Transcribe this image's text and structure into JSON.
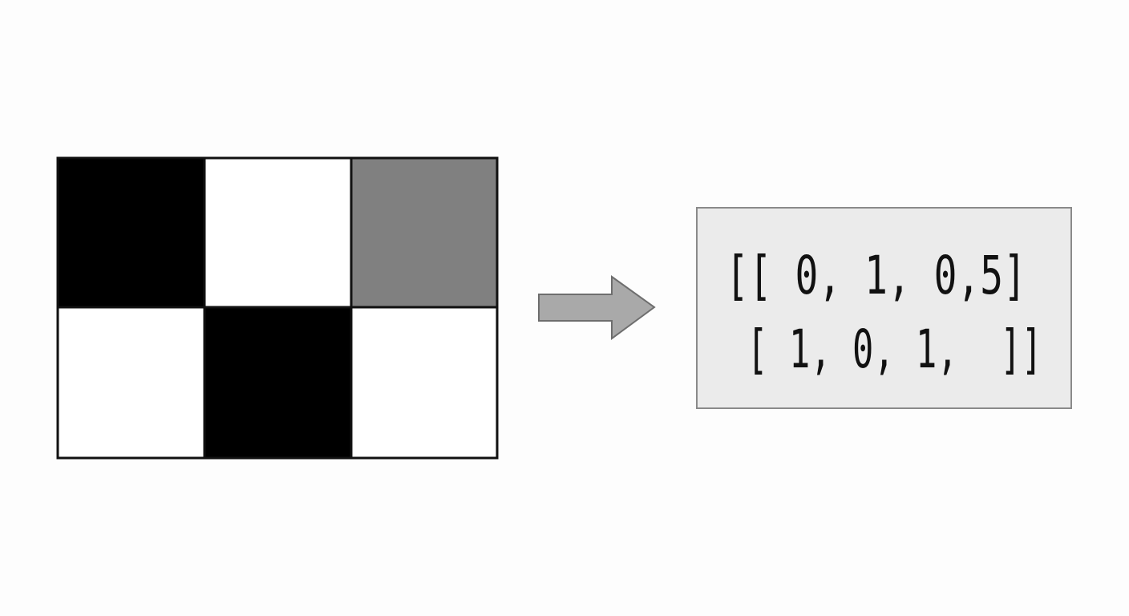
{
  "grid": {
    "rows": [
      [
        {
          "value": 0,
          "color": "#000000"
        },
        {
          "value": 1,
          "color": "#ffffff"
        },
        {
          "value": 0.5,
          "color": "#808080"
        }
      ],
      [
        {
          "value": 1,
          "color": "#ffffff"
        },
        {
          "value": 0,
          "color": "#000000"
        },
        {
          "value": 1,
          "color": "#ffffff"
        }
      ]
    ],
    "border_color": "#111111"
  },
  "arrow": {
    "icon": "right-arrow-icon",
    "fill": "#a9a9a9",
    "stroke": "#6e6e6e"
  },
  "matrix_box": {
    "lines": [
      "[[ 0, 1, 0,5]",
      " [ 1, 0, 1,  ]]"
    ],
    "background": "#ebebeb",
    "border_color": "#8a8a8a"
  }
}
